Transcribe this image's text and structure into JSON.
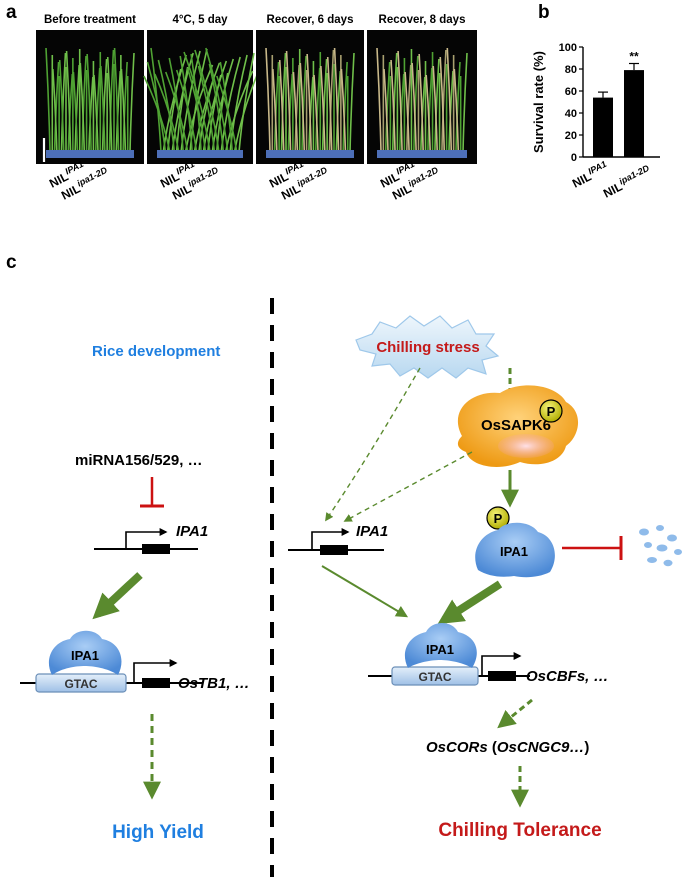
{
  "panel_a": {
    "letter": "a",
    "photos": [
      {
        "title": "Before treatment"
      },
      {
        "title": "4°C, 5 day"
      },
      {
        "title": "Recover, 6 days"
      },
      {
        "title": "Recover, 8 days"
      }
    ],
    "genotype_1": {
      "base": "NIL",
      "sup": "IPA1"
    },
    "genotype_2": {
      "base": "NIL",
      "sup": "ipa1-2D"
    }
  },
  "panel_b": {
    "letter": "b",
    "significance": "**"
  },
  "chart_data": {
    "type": "bar",
    "categories": [
      "NIL IPA1",
      "NIL ipa1-2D"
    ],
    "values": [
      54,
      79
    ],
    "errors": [
      5,
      6
    ],
    "ylabel": "Survival rate (%)",
    "ylim": [
      0,
      100
    ],
    "yticks": [
      0,
      20,
      40,
      60,
      80,
      100
    ],
    "grid": false,
    "bar_color": "#000000"
  },
  "panel_c": {
    "letter": "c",
    "left": {
      "title": "Rice development",
      "mirna": "miRNA156/529, …",
      "gene": "IPA1",
      "protein": "IPA1",
      "box": "GTAC",
      "target": "OsTB1, …",
      "outcome": "High Yield"
    },
    "right": {
      "stress": "Chilling stress",
      "kinase": "OsSAPK6",
      "phospho": "P",
      "gene": "IPA1",
      "protein": "IPA1",
      "box": "GTAC",
      "target": "OsCBFs, …",
      "cors_1": "OsCORs",
      "cors_2": " (",
      "cors_3": "OsCNGC9…",
      "cors_4": ")",
      "outcome": "Chilling Tolerance"
    }
  },
  "colors": {
    "arrow_green": "#5a8a2e",
    "inhibit_red": "#cc1111",
    "title_blue": "#1f7fe0",
    "outcome_red": "#c41a1a",
    "kinase_orange": "#f0a020",
    "protein_blue": "#5b97dc",
    "stress_fill": "#d4e8f7"
  }
}
